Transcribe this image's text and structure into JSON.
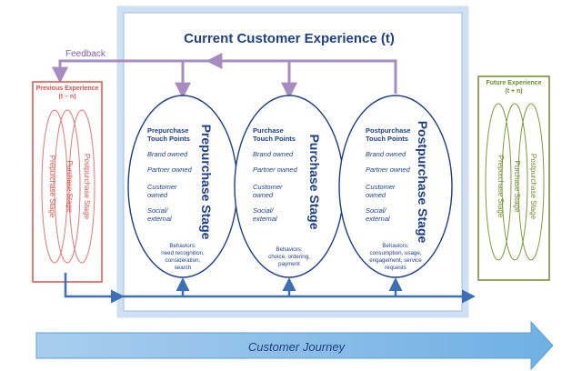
{
  "title": "Current Customer Experience (t)",
  "feedback_label": "Feedback",
  "journey_label": "Customer Journey",
  "previous": {
    "title_line1": "Previous Experience",
    "title_line2": "(t – n)",
    "stages": [
      "Prepurchase Stage",
      "Purchase Stage",
      "Postpurchase Stage"
    ]
  },
  "future": {
    "title_line1": "Future Experience",
    "title_line2": "(t + n)",
    "stages": [
      "Prepurchase Stage",
      "Purchase Stage",
      "Postpurchase Stage"
    ]
  },
  "current_stages": [
    {
      "stage_name": "Prepurchase Stage",
      "heading_line1": "Prepurchase",
      "heading_line2": "Touch Points",
      "touch_points": [
        "Brand owned",
        "Partner owned",
        "Customer",
        "owned",
        "Social/",
        "external"
      ],
      "behaviors": [
        "Behaviors:",
        "need recognition,",
        "consideration,",
        "search"
      ]
    },
    {
      "stage_name": "Purchase Stage",
      "heading_line1": "Purchase",
      "heading_line2": "Touch Points",
      "touch_points": [
        "Brand owned",
        "Partner owned",
        "Customer",
        "owned",
        "Social/",
        "external"
      ],
      "behaviors": [
        "Behaviors:",
        "choice, ordering,",
        "payment"
      ]
    },
    {
      "stage_name": "Postpurchase Stage",
      "heading_line1": "Postpurchase",
      "heading_line2": "Touch Points",
      "touch_points": [
        "Brand owned",
        "Partner owned",
        "Customer",
        "owned",
        "Social/",
        "external"
      ],
      "behaviors": [
        "Behaviors:",
        "consumption, usage,",
        "engagement, service",
        "requests"
      ]
    }
  ],
  "colors": {
    "navy": "#1f3f86",
    "arrow_blue": "#3d6fb4",
    "feedback_purple": "#a78cc0",
    "previous_red": "#d9534f",
    "future_green": "#6f8a2e",
    "frame_blue": "#bcd2ec",
    "journey_fill": "#8fc0e8"
  }
}
